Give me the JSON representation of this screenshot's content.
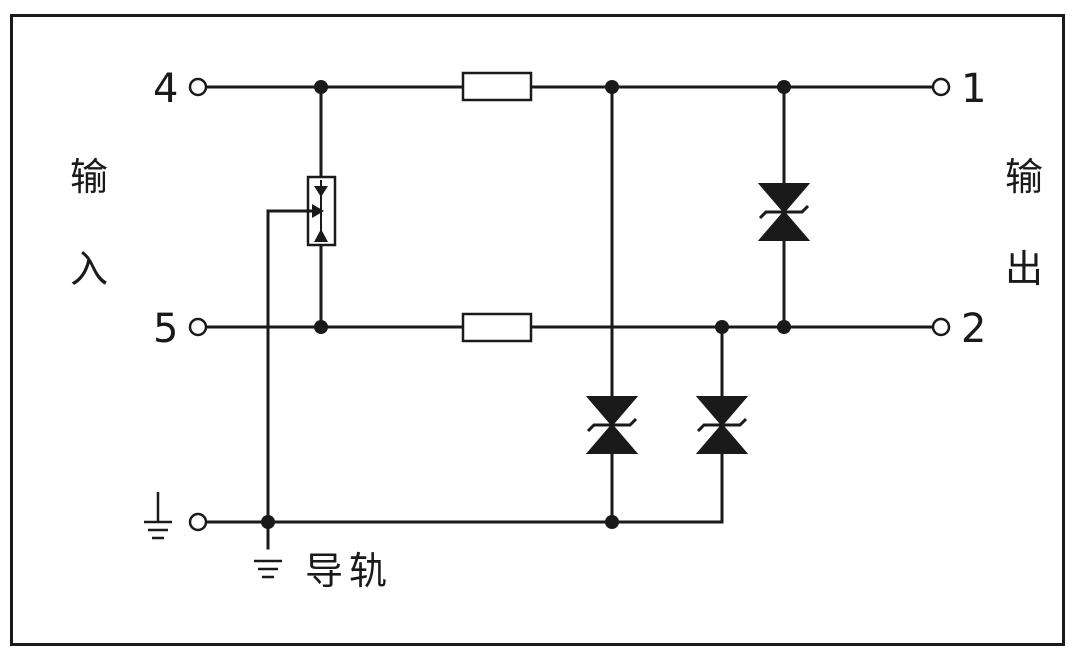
{
  "terminals": {
    "in_a": "4",
    "in_b": "5",
    "out_a": "1",
    "out_b": "2"
  },
  "side_labels": {
    "input": [
      "输",
      "入"
    ],
    "output": [
      "输",
      "出"
    ]
  },
  "rail_label": "导轨",
  "colors": {
    "line": "#1a1a1a",
    "background": "#ffffff"
  },
  "icons": [
    "ground-icon",
    "resistor-icon",
    "tvs-diode-icon",
    "gas-discharge-tube-icon"
  ]
}
